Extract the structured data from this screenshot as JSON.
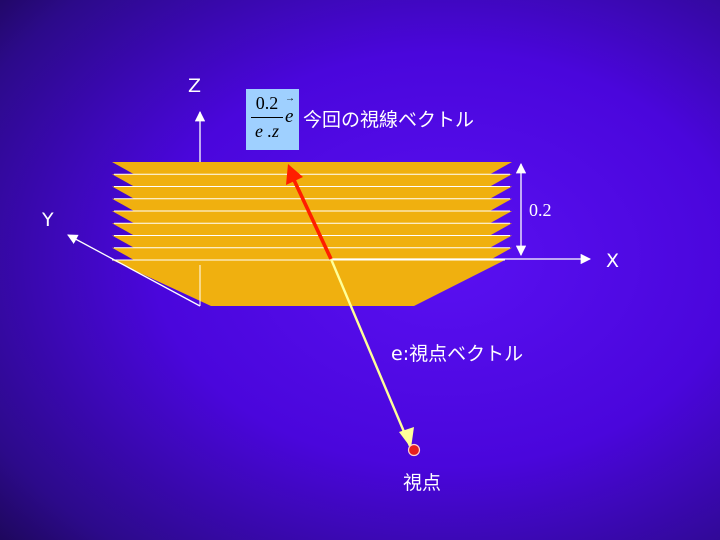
{
  "axes": {
    "x_label": "X",
    "y_label": "Y",
    "z_label": "Z"
  },
  "formula": {
    "numerator": "0.2",
    "denominator": "e .z",
    "vector": "e",
    "vector_accent": "→"
  },
  "labels": {
    "current_view_vector": "今回の視線ベクトル",
    "height": "0.2",
    "view_vector": "e:視点ベクトル",
    "viewpoint": "視点"
  },
  "slice_count": 8,
  "colors": {
    "background": "#4a06dc",
    "slab": "#f0b00f",
    "slab_lines": "#ffffff",
    "current_vector": "#ff1e00",
    "view_vector": "#ffff99",
    "viewpoint": "#e61e1e"
  }
}
